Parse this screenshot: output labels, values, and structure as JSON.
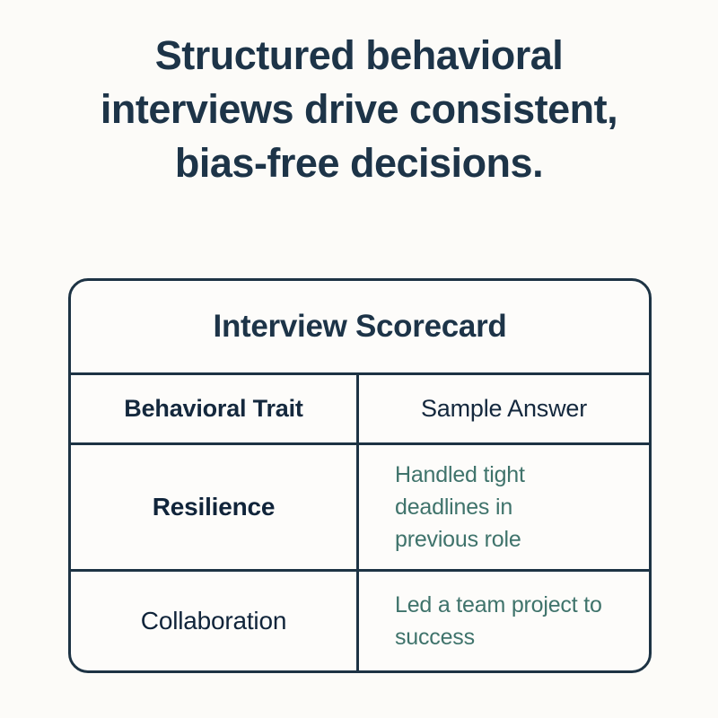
{
  "headline": "Structured behavioral interviews drive consistent, bias-free decisions.",
  "colors": {
    "background": "#fcfbf8",
    "card_background": "#fdfcfa",
    "border": "#1d3344",
    "heading_text": "#1d3448",
    "trait_text": "#10243a",
    "answer_text": "#3f736b"
  },
  "card": {
    "title": "Interview Scorecard",
    "columns": [
      {
        "label": "Behavioral Trait"
      },
      {
        "label": "Sample Answer"
      }
    ],
    "rows": [
      {
        "trait": "Resilience",
        "answer": "Handled tight deadlines in previous role"
      },
      {
        "trait": "Collaboration",
        "answer": "Led a team project to success"
      }
    ]
  }
}
